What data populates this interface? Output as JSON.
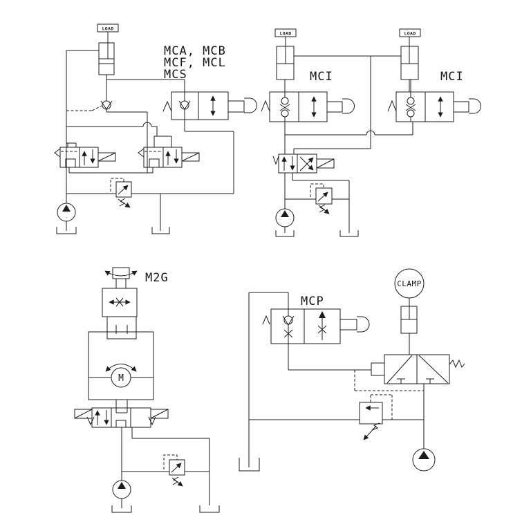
{
  "sheet": {
    "background": "#ffffff",
    "line_color": "#1b1b1b"
  },
  "labels": {
    "family1": {
      "line1": "MCA, MCB",
      "line2": "MCF, MCL",
      "line3": "MCS"
    },
    "mci_left": "MCI",
    "mci_right": "MCI",
    "m2g": "M2G",
    "mcp": "MCP",
    "load1": "LOAD",
    "load2": "LOAD",
    "load3": "LOAD",
    "clamp": "CLAMP",
    "motor": "M"
  }
}
